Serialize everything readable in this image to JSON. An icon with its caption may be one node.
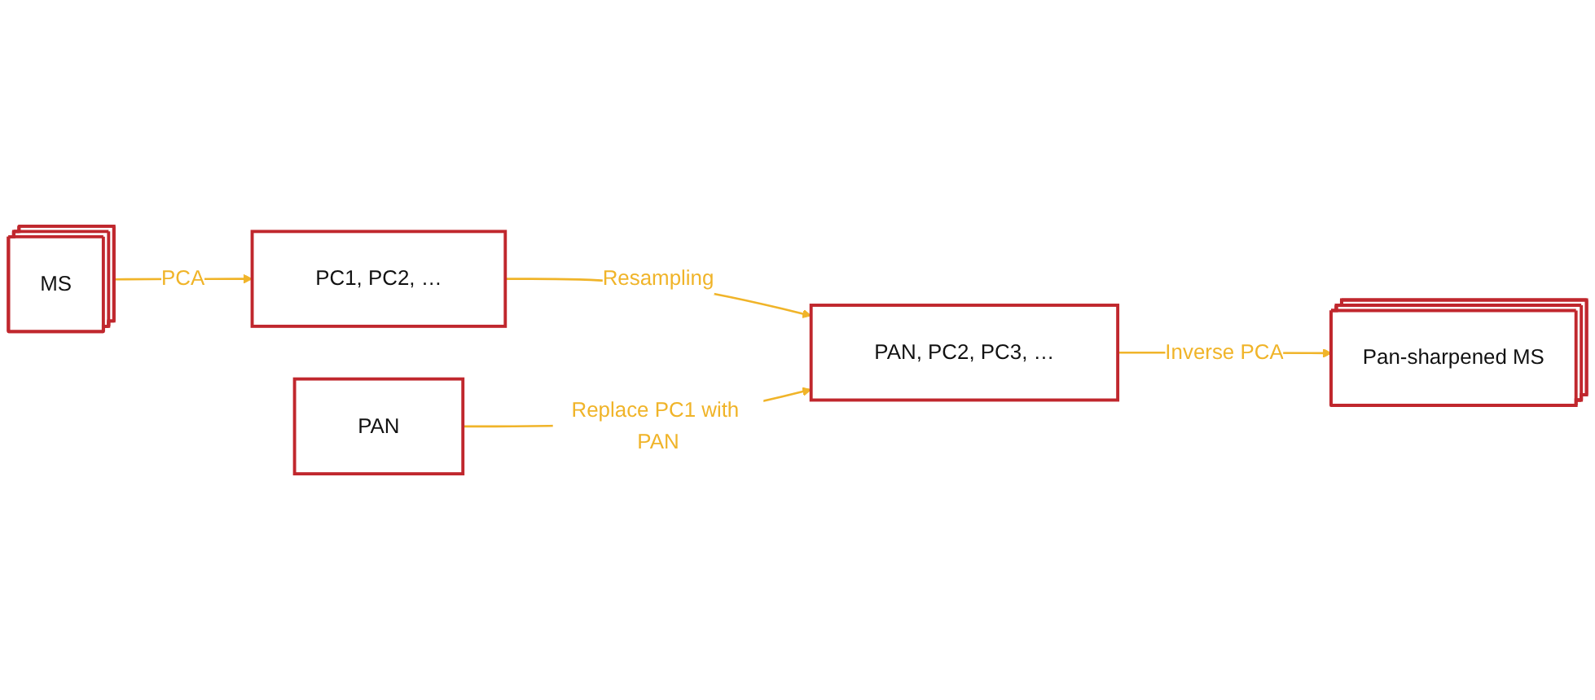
{
  "diagram": {
    "nodes": [
      {
        "text": [
          "MS"
        ]
      },
      {
        "text": [
          "PC1, PC2, …"
        ]
      },
      {
        "text": [
          "PAN"
        ]
      },
      {
        "text": [
          "PAN, PC2, PC3, …"
        ]
      },
      {
        "text": [
          "Pan-sharpened MS"
        ]
      }
    ],
    "edges": [
      {
        "from": 0,
        "to": 1,
        "arrow": "to",
        "label": "PCA"
      },
      {
        "from": 1,
        "to": 3,
        "arrow": "to",
        "label": "Resampling"
      },
      {
        "from": 2,
        "to": 3,
        "arrow": "to",
        "label": "Replace PC1 with PAN"
      },
      {
        "from": 3,
        "to": 4,
        "arrow": "to",
        "label": "Inverse PCA"
      }
    ]
  }
}
